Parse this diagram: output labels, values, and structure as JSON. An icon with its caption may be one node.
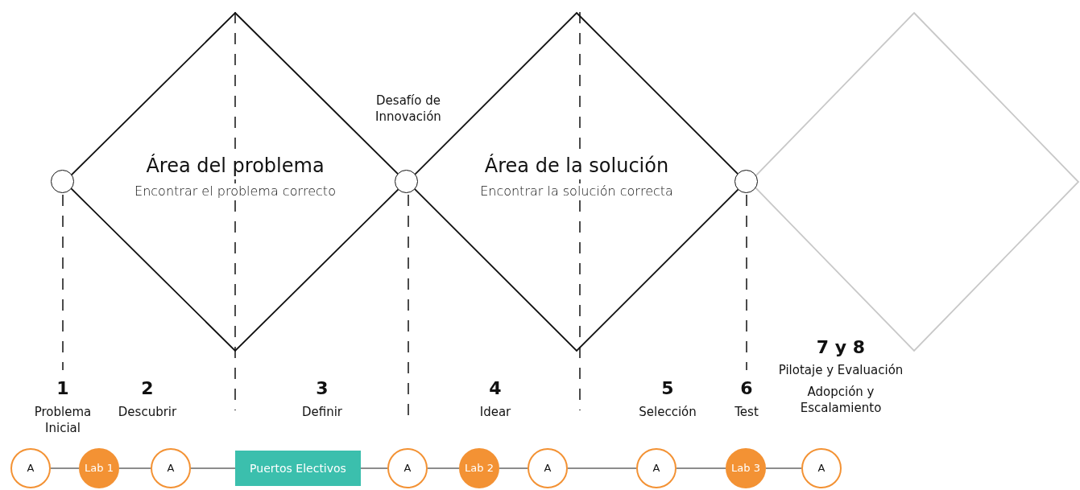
{
  "diagram": {
    "nodes": [
      {
        "text": [
          "Área del problema",
          "Encontrar el problema correcto"
        ]
      },
      {
        "text": [
          "Área de la solución",
          "Encontrar la solución correcta"
        ]
      },
      {
        "text": [],
        "shape": "diamond"
      },
      {
        "text": [],
        "shape": "circle"
      },
      {
        "text": [],
        "shape": "circle"
      },
      {
        "text": [],
        "shape": "circle"
      },
      {
        "text": [
          "A"
        ]
      },
      {
        "text": [
          "Lab 1"
        ]
      },
      {
        "text": [
          "A"
        ]
      },
      {
        "text": [
          "Puertos Electivos"
        ]
      },
      {
        "text": [
          "A"
        ]
      },
      {
        "text": [
          "Lab 2"
        ]
      },
      {
        "text": [
          "A"
        ]
      },
      {
        "text": [
          "A"
        ]
      },
      {
        "text": [
          "Lab 3"
        ]
      },
      {
        "text": [
          "A"
        ]
      }
    ],
    "edges": [
      {
        "from": 6,
        "to": 7,
        "arrow": "none"
      },
      {
        "from": 7,
        "to": 8,
        "arrow": "none"
      },
      {
        "from": 8,
        "to": 9,
        "arrow": "none"
      },
      {
        "from": 9,
        "to": 10,
        "arrow": "none"
      },
      {
        "from": 10,
        "to": 11,
        "arrow": "none"
      },
      {
        "from": 11,
        "to": 12,
        "arrow": "none"
      },
      {
        "from": 12,
        "to": 13,
        "arrow": "none"
      },
      {
        "from": 13,
        "to": 14,
        "arrow": "none"
      },
      {
        "from": 14,
        "to": 15,
        "arrow": "none"
      }
    ],
    "labels": [
      "Desafío de Innovación",
      "1",
      "Problema Inicial",
      "2",
      "Descubrir",
      "3",
      "Definir",
      "4",
      "Idear",
      "5",
      "Selección",
      "6",
      "Test",
      "7 y 8",
      "Pilotaje y Evaluación",
      "Adopción y Escalamiento"
    ]
  }
}
